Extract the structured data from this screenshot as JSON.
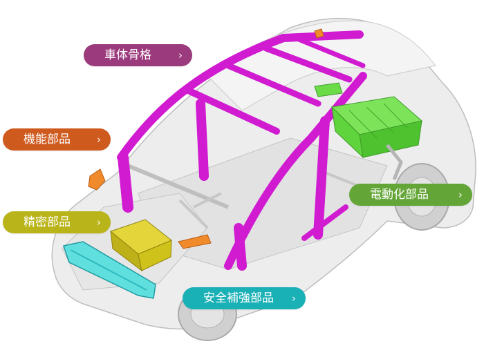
{
  "categories": [
    {
      "id": "chassis",
      "label": "車体骨格",
      "chevron": "›",
      "color": "#9b3a7c"
    },
    {
      "id": "function",
      "label": "機能部品",
      "chevron": "›",
      "color": "#cf5a1e"
    },
    {
      "id": "precision",
      "label": "精密部品",
      "chevron": "›",
      "color": "#b9b419"
    },
    {
      "id": "electrification",
      "label": "電動化部品",
      "chevron": "›",
      "color": "#63a536"
    },
    {
      "id": "safety",
      "label": "安全補強部品",
      "chevron": "›",
      "color": "#19b0b6"
    }
  ],
  "part_colors": {
    "body_shell": "#dcdcdc",
    "frame": "#d11bd1",
    "battery": "#5fdc3c",
    "bumper": "#3fd0d0",
    "precision_block": "#cfc21a",
    "function_bracket": "#f08a2a"
  },
  "icons": {
    "chevron": "chevron-right-icon"
  }
}
